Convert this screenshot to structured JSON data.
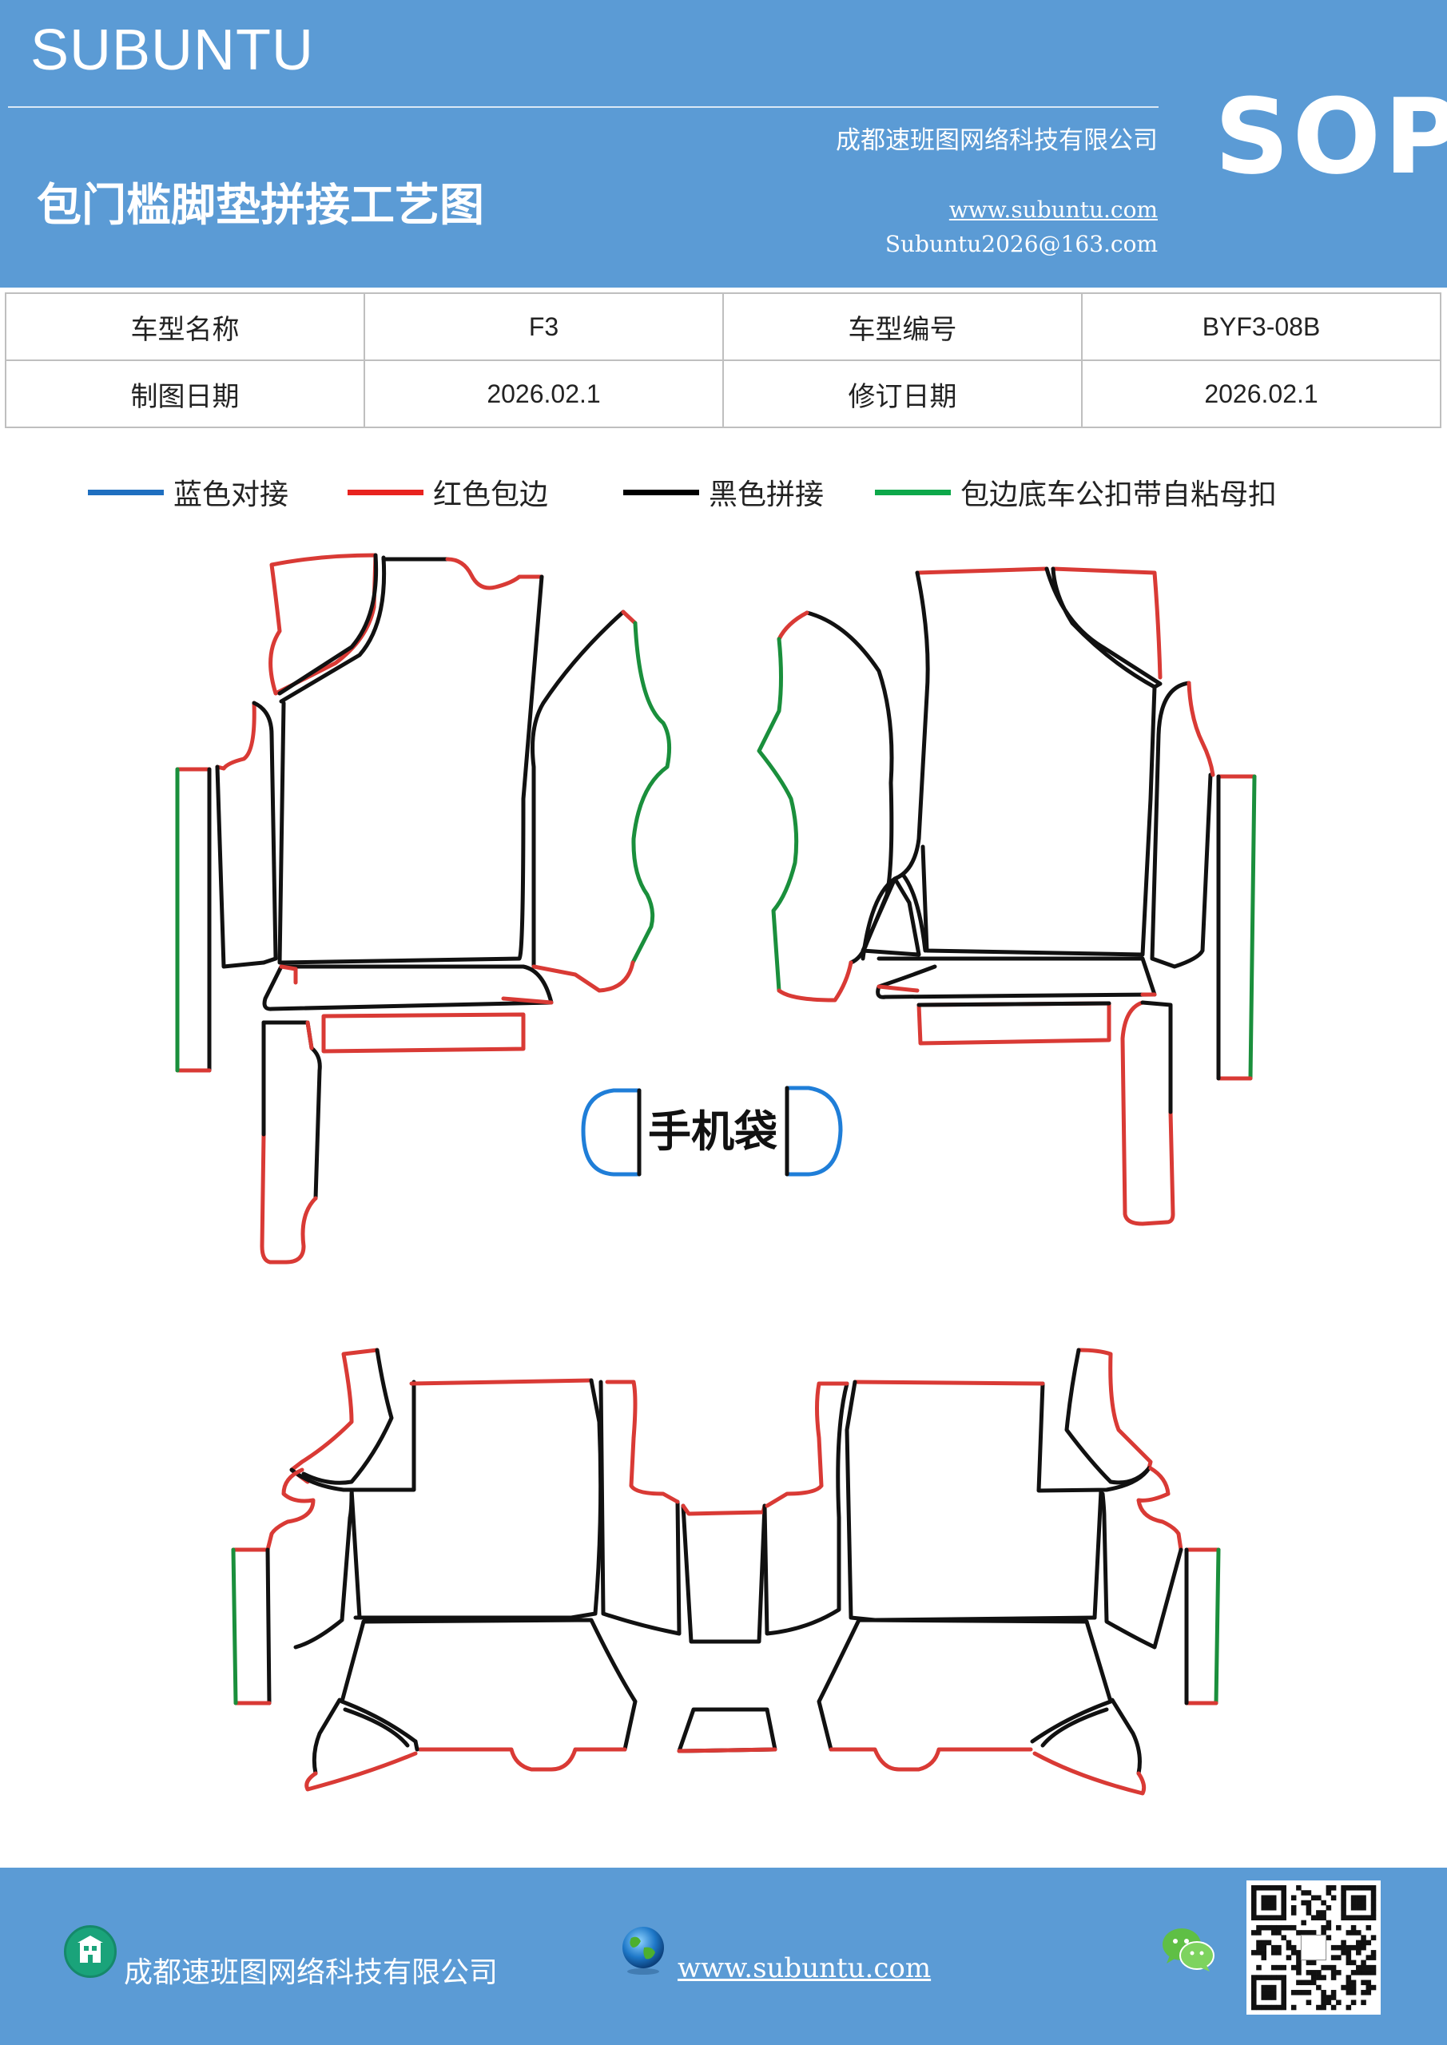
{
  "header": {
    "brand": "SUBUNTU",
    "sop": "SOP",
    "company": "成都速班图网络科技有限公司",
    "title": "包门槛脚垫拼接工艺图",
    "website": "www.subuntu.com",
    "email": "Subuntu2026@163.com"
  },
  "info_table": {
    "rows": [
      {
        "label1": "车型名称",
        "value1": "F3",
        "label2": "车型编号",
        "value2": "BYF3-08B"
      },
      {
        "label1": "制图日期",
        "value1": "2026.02.1",
        "label2": "修订日期",
        "value2": "2026.02.1"
      }
    ]
  },
  "legend": [
    {
      "label": "蓝色对接",
      "color": "#1f6fc0"
    },
    {
      "label": "红色包边",
      "color": "#e8231f"
    },
    {
      "label": "黑色拼接",
      "color": "#000000"
    },
    {
      "label": "包边底车公扣带自粘母扣",
      "color": "#0da84a"
    }
  ],
  "diagram": {
    "phone_pocket_label": "手机袋",
    "colors": {
      "blue": "#1f7ed8",
      "red": "#d93a35",
      "black": "#111111",
      "green": "#1a8f3c"
    }
  },
  "footer": {
    "company": "成都速班图网络科技有限公司",
    "website": "www.subuntu.com",
    "building_icon": "building-icon",
    "globe_icon": "globe-icon",
    "wechat_icon": "wechat-icon",
    "qr_icon": "qr-code"
  }
}
